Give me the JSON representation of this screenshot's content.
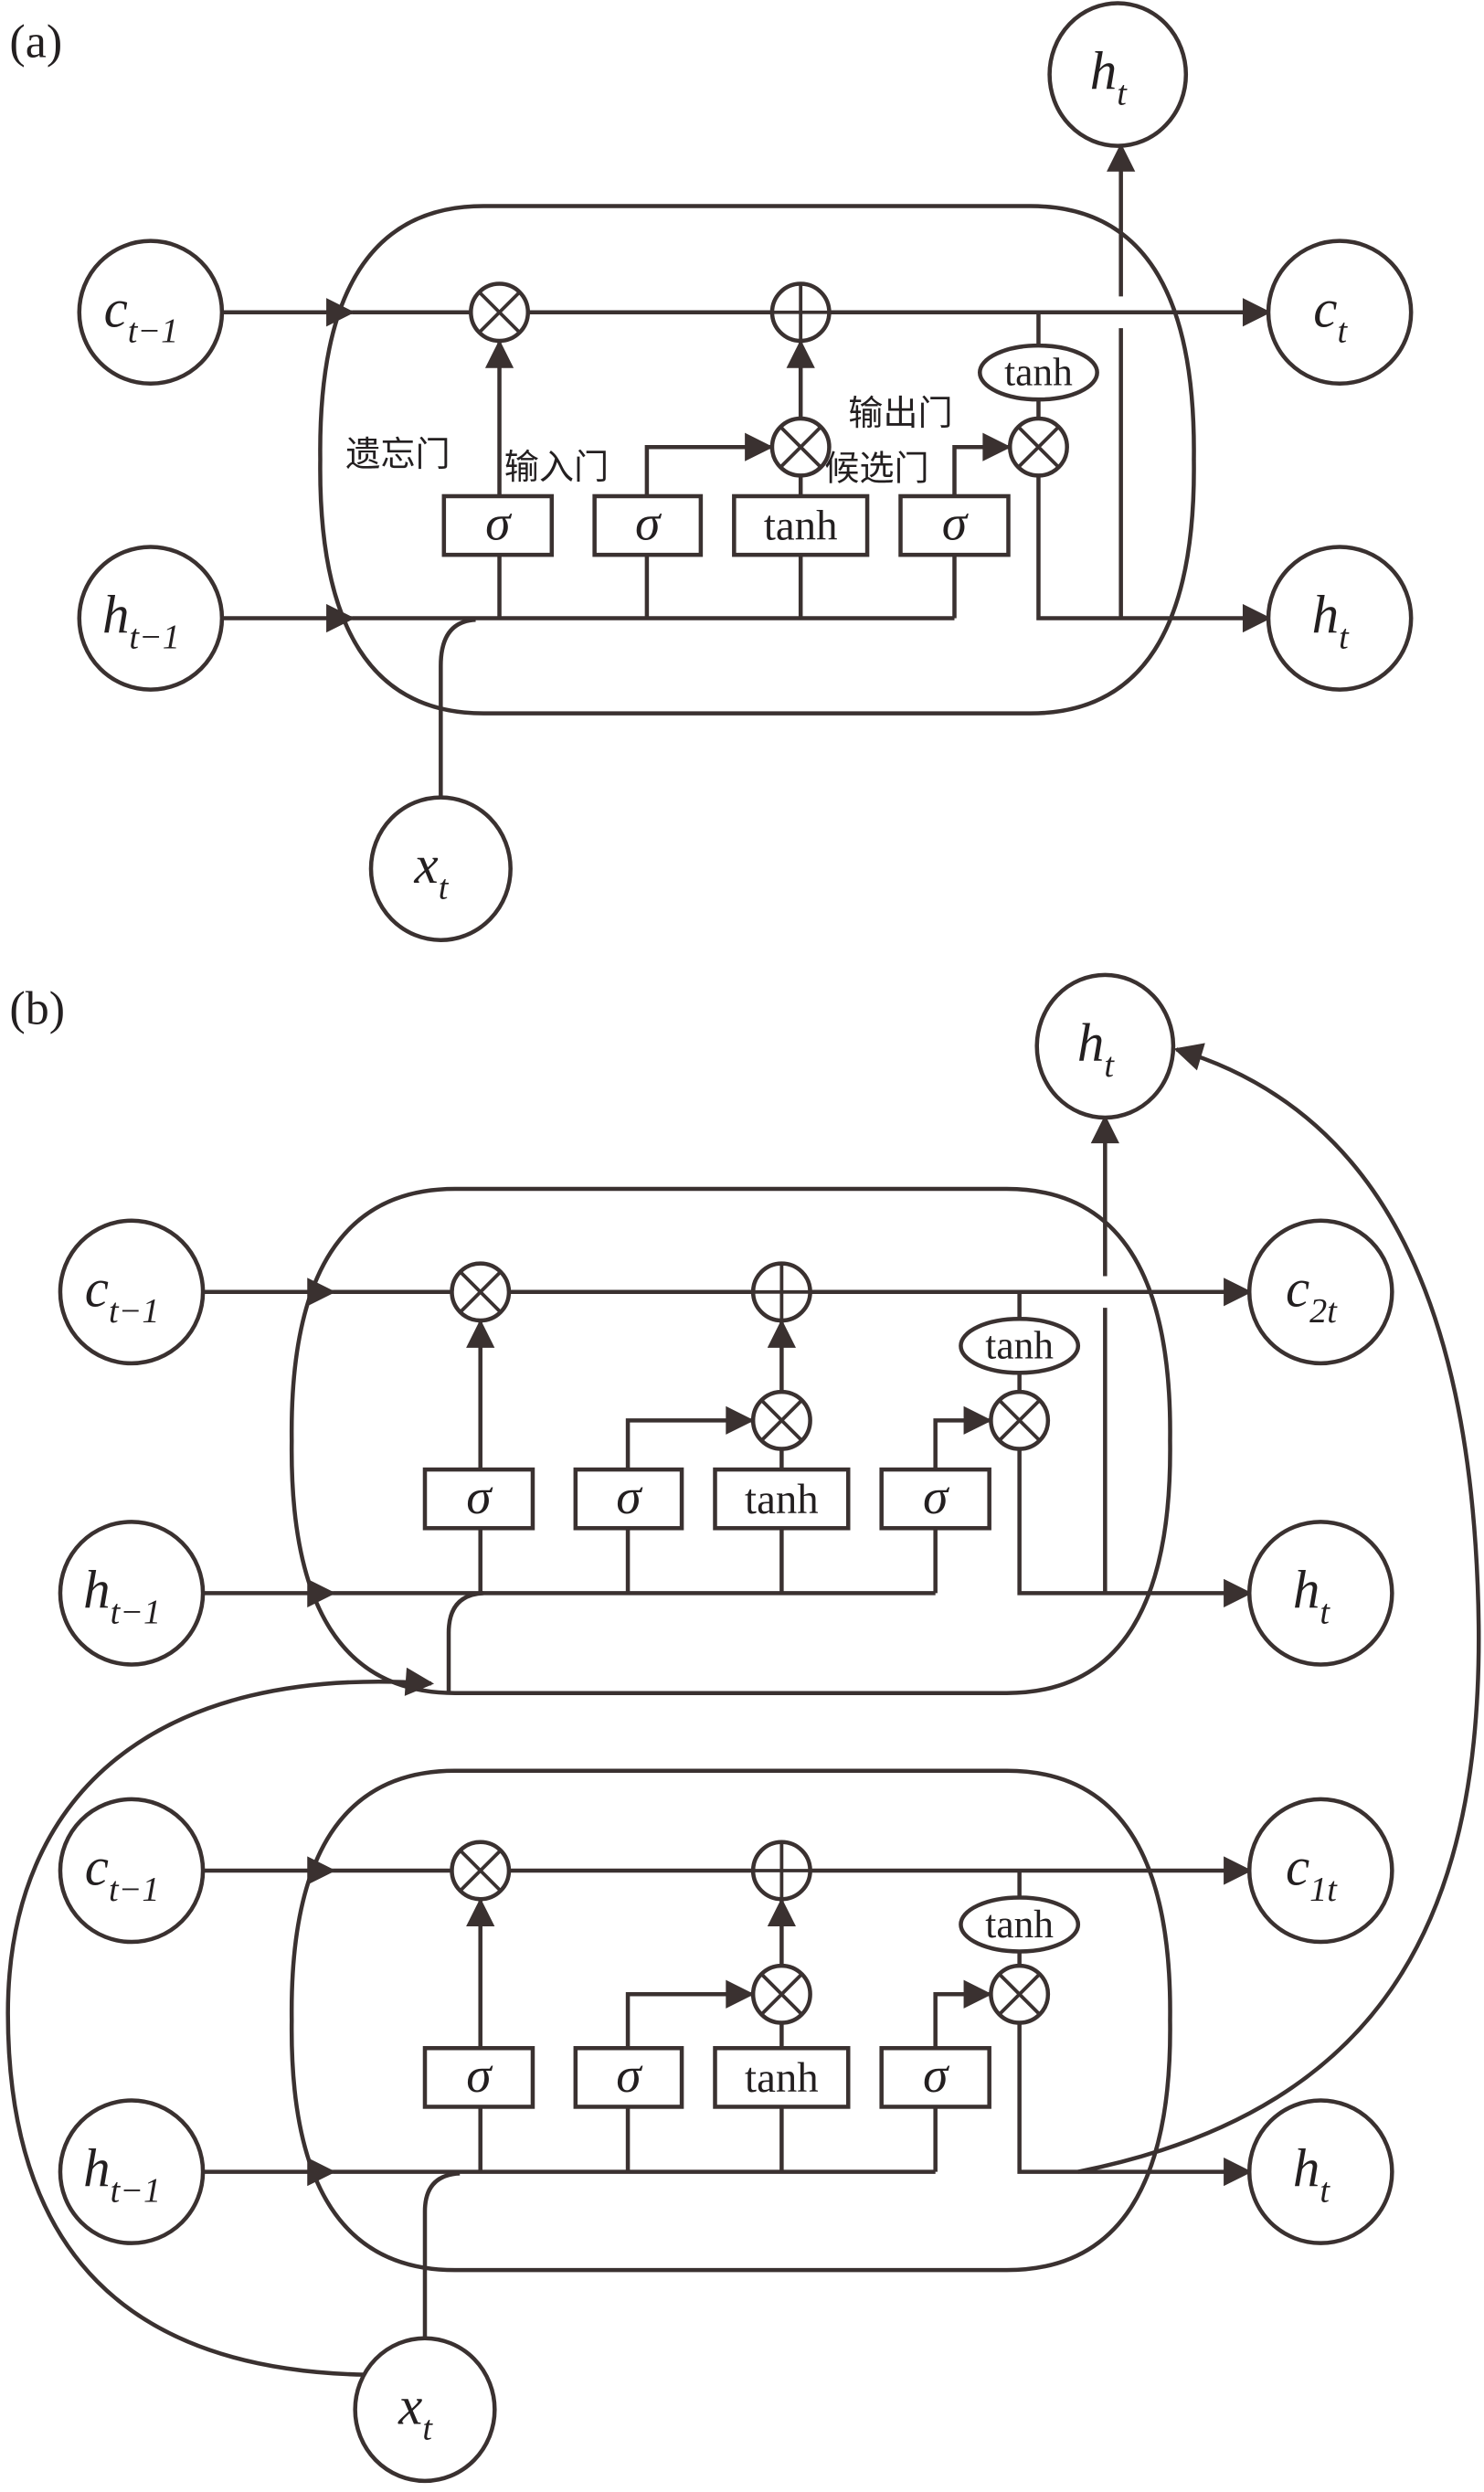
{
  "colors": {
    "line": "#3a3130",
    "text": "#231f20",
    "background": "#ffffff"
  },
  "panels": [
    {
      "id": "a",
      "label": "(a)",
      "cells": [
        {
          "inputs": {
            "c_prev": {
              "main": "c",
              "sub": "t−1"
            },
            "h_prev": {
              "main": "h",
              "sub": "t−1"
            },
            "x": {
              "main": "x",
              "sub": "t"
            }
          },
          "outputs": {
            "h_top": {
              "main": "h",
              "sub": "t"
            },
            "c_out": {
              "main": "c",
              "sub": "t"
            },
            "h_out": {
              "main": "h",
              "sub": "t"
            }
          },
          "gate_boxes": [
            "σ",
            "σ",
            "tanh",
            "σ"
          ],
          "cell_tanh": "tanh",
          "ops": {
            "forget": "⊗",
            "add": "⊕",
            "input": "⊗",
            "output": "⊗"
          },
          "gate_labels": {
            "forget": "遗忘门",
            "input": "输入门",
            "output": "输出门",
            "candidate": "候选门"
          }
        }
      ]
    },
    {
      "id": "b",
      "label": "(b)",
      "top_output": {
        "main": "h",
        "sub": "t"
      },
      "cells": [
        {
          "layer": "upper",
          "inputs": {
            "c_prev": {
              "main": "c",
              "sub": "t−1"
            },
            "h_prev": {
              "main": "h",
              "sub": "t−1"
            }
          },
          "outputs": {
            "c_out": {
              "main": "c",
              "sub": "2t"
            },
            "h_out": {
              "main": "h",
              "sub": "t"
            }
          },
          "gate_boxes": [
            "σ",
            "σ",
            "tanh",
            "σ"
          ],
          "cell_tanh": "tanh"
        },
        {
          "layer": "lower",
          "inputs": {
            "c_prev": {
              "main": "c",
              "sub": "t−1"
            },
            "h_prev": {
              "main": "h",
              "sub": "t−1"
            },
            "x": {
              "main": "x",
              "sub": "t"
            }
          },
          "outputs": {
            "c_out": {
              "main": "c",
              "sub": "1t"
            },
            "h_out": {
              "main": "h",
              "sub": "t"
            }
          },
          "gate_boxes": [
            "σ",
            "σ",
            "tanh",
            "σ"
          ],
          "cell_tanh": "tanh"
        }
      ]
    }
  ]
}
